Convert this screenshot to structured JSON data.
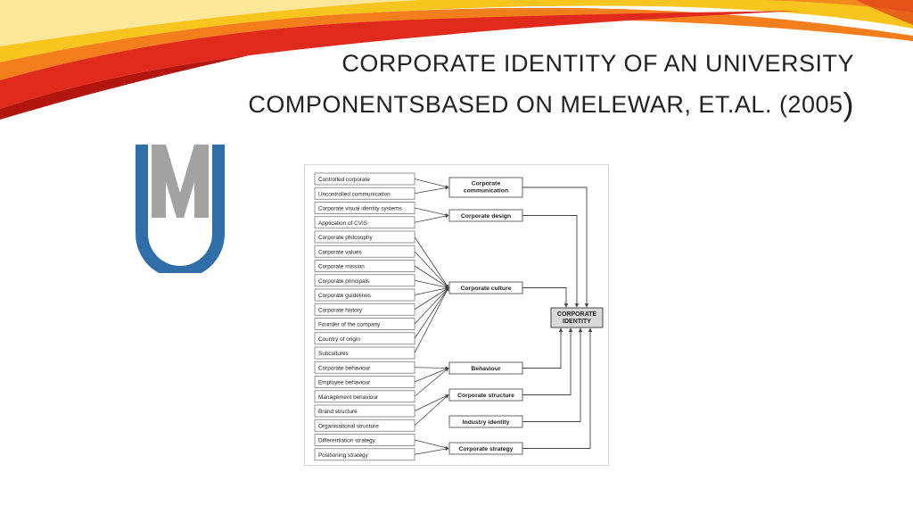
{
  "slide": {
    "title_line1": "CORPORATE IDENTITY OF AN UNIVERSITY",
    "title_line2": "COMPONENTSBASED ON MELEWAR, ET.AL. (2005",
    "title_close_paren": ")"
  },
  "colors": {
    "banner_red": "#e02a1c",
    "banner_orange": "#f57e1c",
    "banner_yellow": "#f7c51e",
    "logo_blue": "#2f6ea9",
    "logo_gray": "#a2a2a2",
    "diagram_line": "#444444",
    "core_box_fill": "#d9d9d9"
  },
  "diagram": {
    "sources": [
      "Controlled corporate",
      "Uncontrolled communication",
      "Corporate visual identity systems",
      "Application of CVIS",
      "Corporate philosophy",
      "Corporate values",
      "Corporate mission",
      "Corporate principals",
      "Corporate guidelines",
      "Corporate history",
      "Founder of the company",
      "Country of origin",
      "Subcultures",
      "Corporate behaviour",
      "Employee behaviour",
      "Management behaviour",
      "Brand structure",
      "Organisational structure",
      "Differentiation strategy",
      "Positioning strategy"
    ],
    "targets": [
      {
        "lines": [
          "Corporate",
          "communication"
        ],
        "from": [
          0,
          1
        ]
      },
      {
        "lines": [
          "Corporate design"
        ],
        "from": [
          2,
          3
        ]
      },
      {
        "lines": [
          "Corporate culture"
        ],
        "from": [
          4,
          5,
          6,
          7,
          8,
          9,
          10,
          11,
          12
        ]
      },
      {
        "lines": [
          "Behaviour"
        ],
        "from": [
          13,
          14,
          15
        ]
      },
      {
        "lines": [
          "Corporate structure"
        ],
        "from": [
          16,
          17
        ]
      },
      {
        "lines": [
          "Industry identity"
        ],
        "from": []
      },
      {
        "lines": [
          "Corporate strategy"
        ],
        "from": [
          18,
          19
        ]
      }
    ],
    "core": {
      "lines": [
        "CORPORATE",
        "IDENTITY"
      ]
    }
  }
}
